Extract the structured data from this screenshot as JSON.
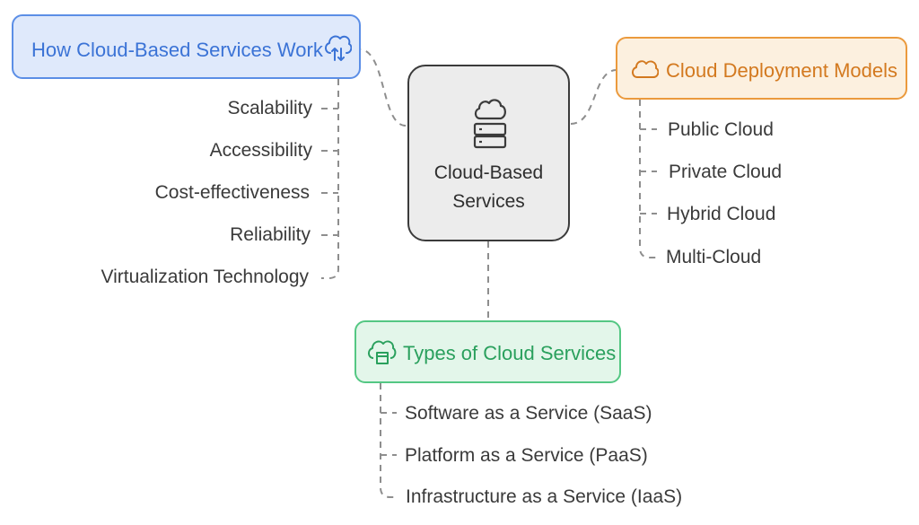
{
  "center": {
    "line1": "Cloud-Based",
    "line2": "Services",
    "icon": "cloud-server-icon"
  },
  "how_it_works": {
    "title": "How Cloud-Based Services Work",
    "icon": "cloud-upload-download-icon",
    "items": [
      "Scalability",
      "Accessibility",
      "Cost-effectiveness",
      "Reliability",
      "Virtualization Technology"
    ]
  },
  "deployment_models": {
    "title": "Cloud Deployment Models",
    "icon": "cloud-icon",
    "items": [
      "Public Cloud",
      "Private Cloud",
      "Hybrid Cloud",
      "Multi-Cloud"
    ]
  },
  "service_types": {
    "title": "Types of Cloud Services",
    "icon": "cloud-box-icon",
    "items": [
      "Software as a Service (SaaS)",
      "Platform as a Service (PaaS)",
      "Infrastructure as a Service (IaaS)"
    ]
  },
  "colors": {
    "blue": "#5b8ee6",
    "orange": "#eb9a3d",
    "green": "#54c783",
    "line": "#8a8a8a"
  }
}
